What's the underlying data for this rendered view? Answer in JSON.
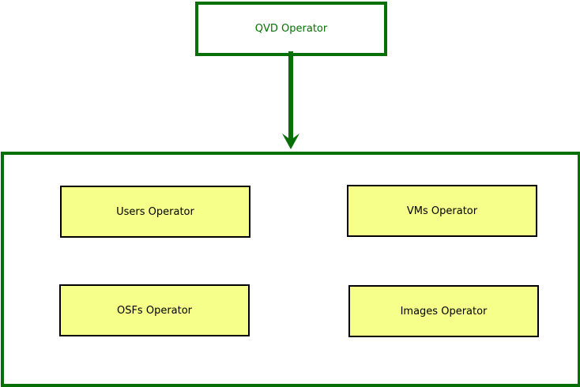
{
  "top_node": {
    "label": "QVD Operator",
    "color": "#067006"
  },
  "operators": {
    "users": "Users Operator",
    "vms": "VMs Operator",
    "osfs": "OSFs Operator",
    "images": "Images Operator",
    "fill_color": "#f5ff8a"
  }
}
